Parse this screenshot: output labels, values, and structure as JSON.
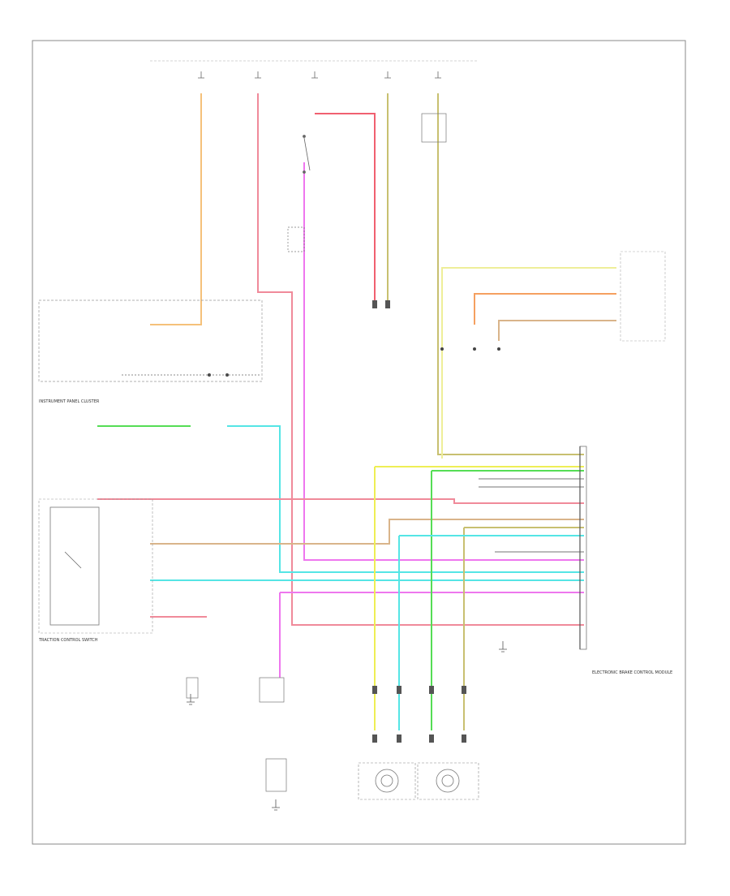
{
  "diagram": {
    "page_code": "",
    "section_labels": {
      "instrument_panel_cluster": "INSTRUMENT PANEL CLUSTER",
      "traction_control_switch": "TRACTION CONTROL SWITCH",
      "brake_module": "ELECTRONIC BRAKE CONTROL MODULE"
    },
    "wire_colors": {
      "orange": "#f5c17a",
      "pink": "#f08a9a",
      "red": "#f06070",
      "magenta": "#ee77ee",
      "yellow": "#eeee55",
      "olive": "#c8c070",
      "green": "#55dd55",
      "cyan": "#55e5e5",
      "tan": "#d9b48a",
      "peach": "#f5a060",
      "gray": "#909090",
      "black": "#444444"
    },
    "wheel_sensors": {
      "left": "",
      "right": ""
    },
    "connector_pins": []
  }
}
